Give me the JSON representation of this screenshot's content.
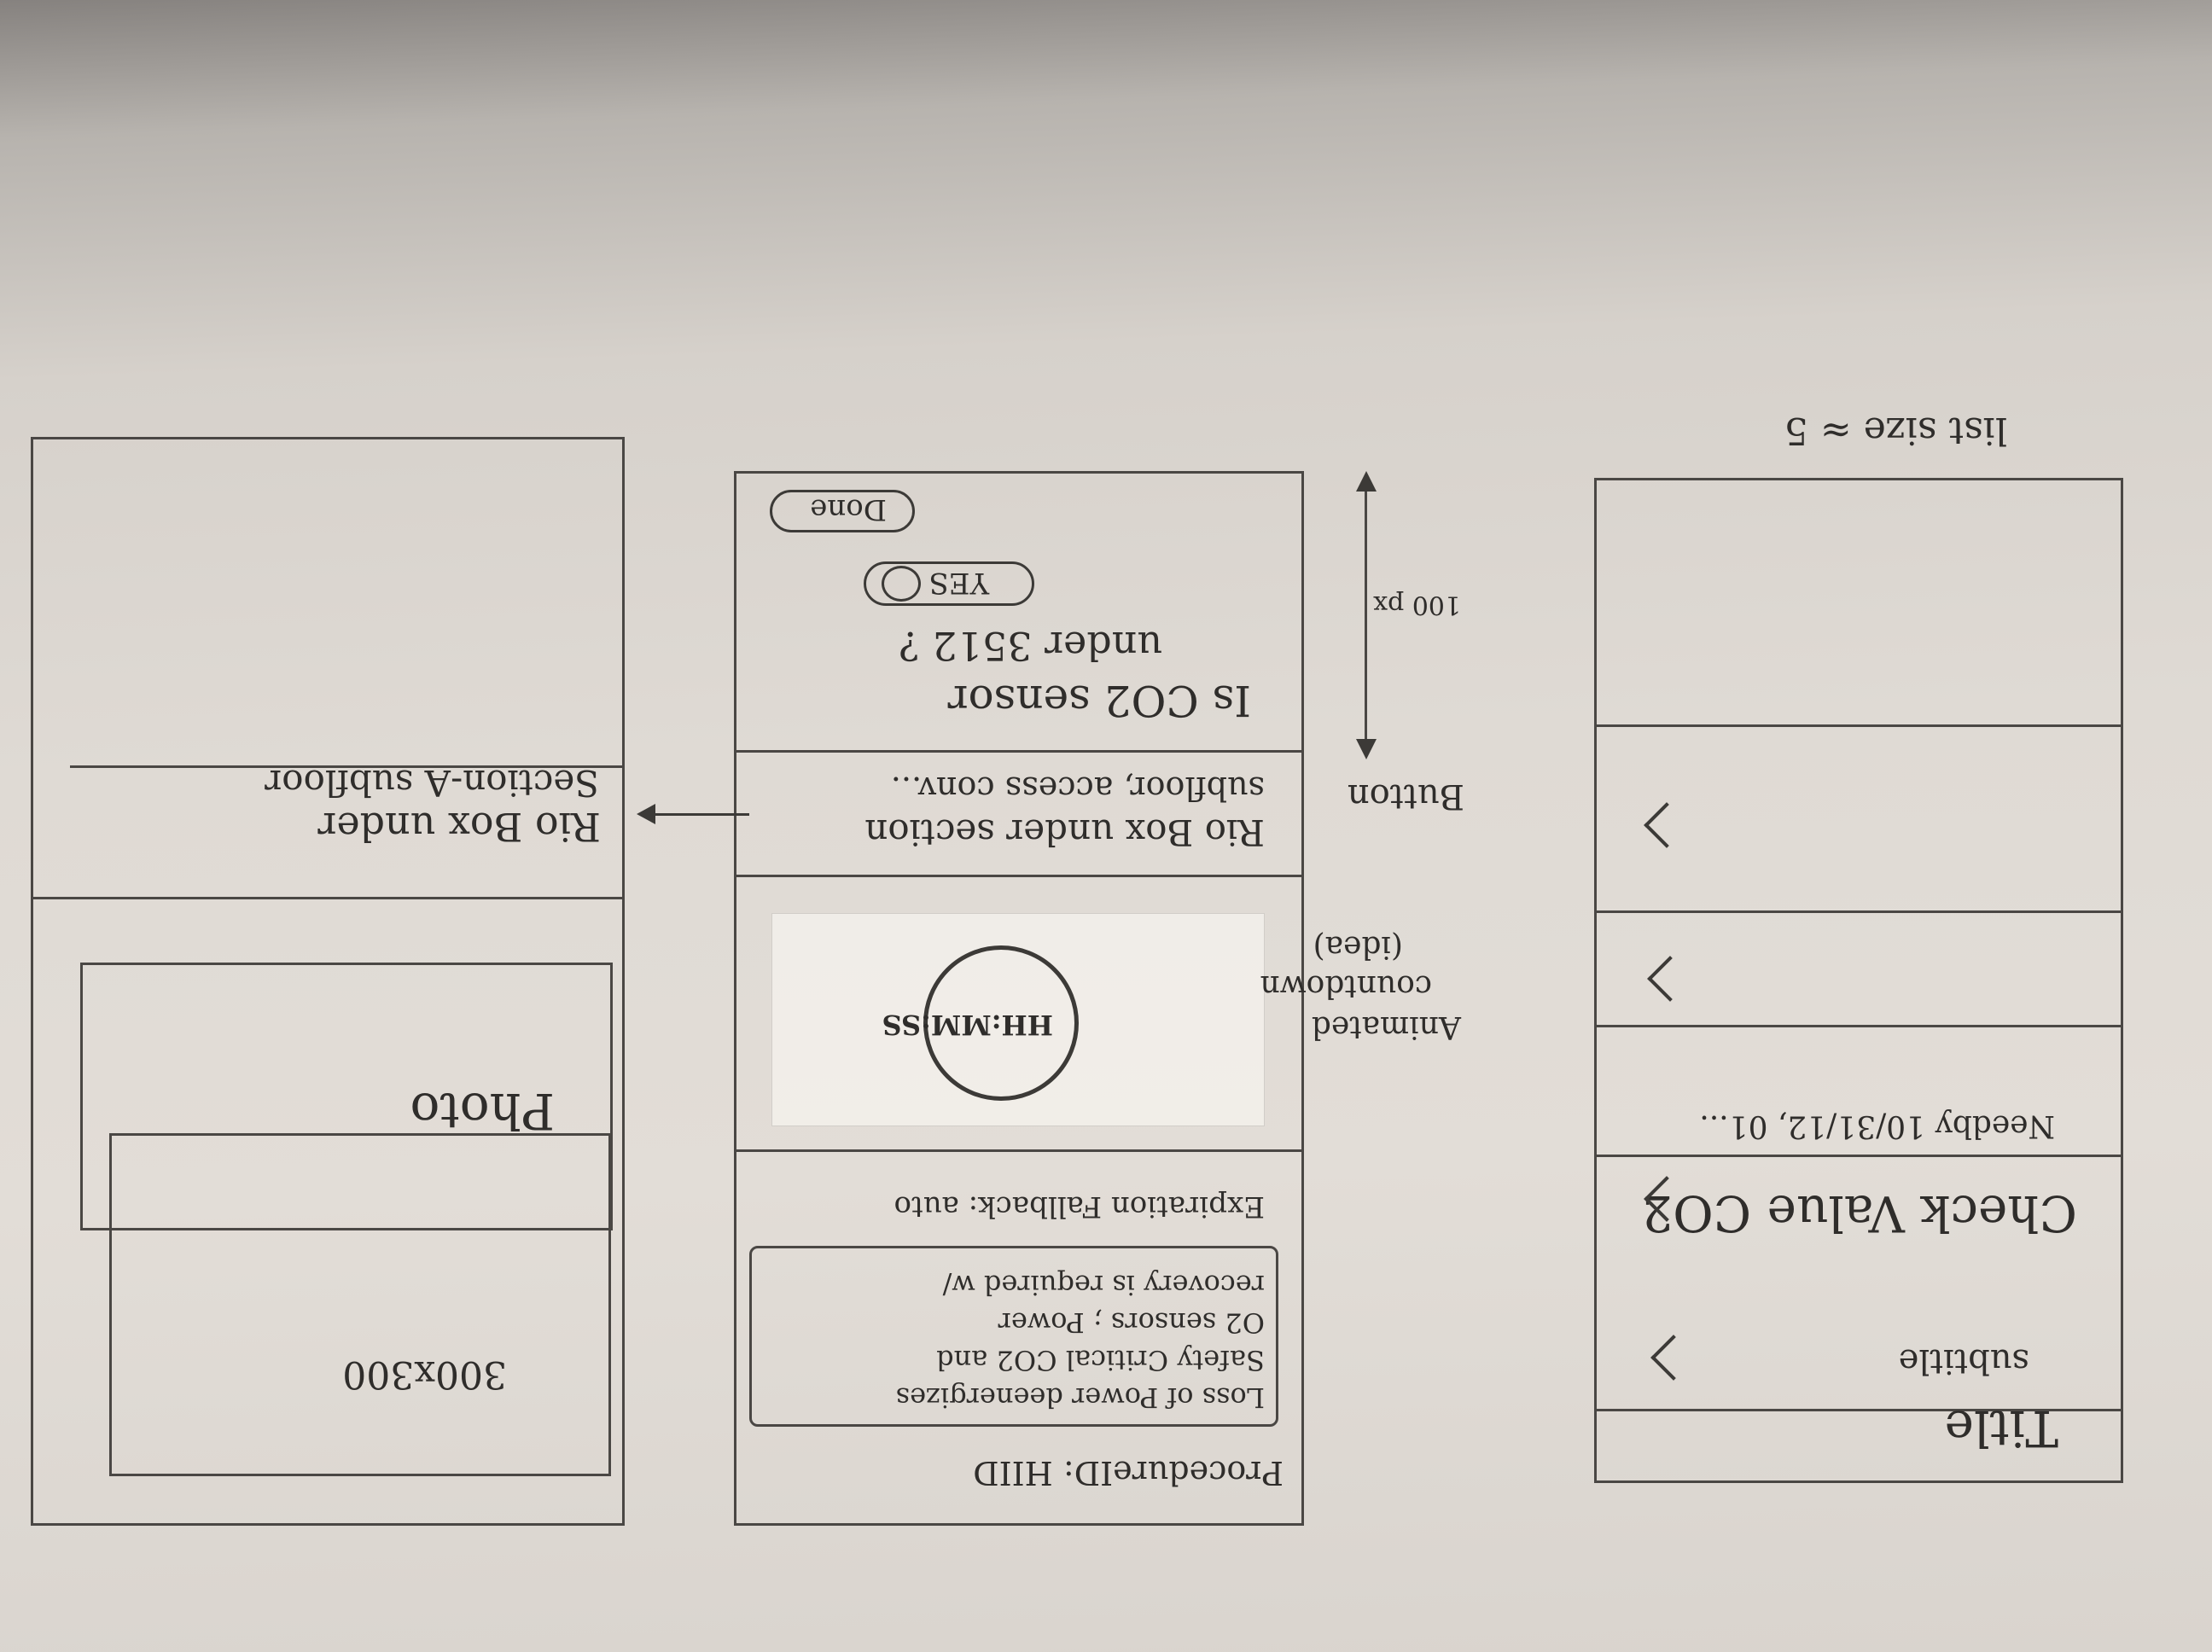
{
  "list_screen": {
    "list_size_note": "list size ≈ 5",
    "title": "Title",
    "subtitle": "subtitle",
    "item_title": "Check Value CO2",
    "item_meta": "Needby 10/31/12, 01..."
  },
  "procedure_screen": {
    "question_line1": "Is CO2 sensor",
    "question_line2": "under 3512 ?",
    "yes_label": "YES",
    "done_label": "Done",
    "nav_line1": "Rio Box under section",
    "nav_line2": "subfloor, access conv...",
    "timer": "HH:MM:SS",
    "expiration": "Expiration Fallback: auto",
    "procedure_id": "ProcedureID: HIID",
    "description_lines": [
      "Loss of Power deenergizes",
      "Safety Critical CO2 and",
      "O2 sensors ; Power",
      "recovery is required w/"
    ]
  },
  "annotations": {
    "height_note": "100 px",
    "button_note": "Button",
    "countdown_line1": "Animated",
    "countdown_line2": "countdown",
    "countdown_line3": "(idea)"
  },
  "detail_screen": {
    "header_line1": "Rio Box under",
    "header_line2": "Section-A subfloor",
    "photo_label": "Photo",
    "photo_size": "300x300"
  }
}
